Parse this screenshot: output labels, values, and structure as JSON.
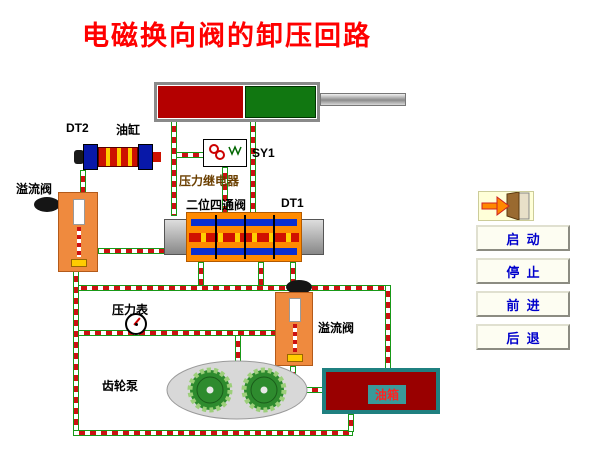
{
  "title": "电磁换向阀的卸压回路",
  "diagram": {
    "dt2_label": "DT2",
    "cylinder_label": "油缸",
    "sy1_label": "SY1",
    "pressure_relay_label": "压力继电器",
    "four_way_valve_label": "二位四通阀",
    "dt1_label": "DT1",
    "relief_valve_left_label": "溢流阀",
    "pressure_gauge_label": "压力表",
    "relief_valve_right_label": "溢流阀",
    "gear_pump_label": "齿轮泵",
    "oil_tank_label": "油箱"
  },
  "controls": {
    "buttons": [
      {
        "label": "启  动"
      },
      {
        "label": "停  止"
      },
      {
        "label": "前  进"
      },
      {
        "label": "后  退"
      }
    ]
  },
  "colors": {
    "title_text": "#ff0000",
    "cylinder_chamber": "#b40000",
    "piston": "#117711",
    "valve_body": "#ff8a00",
    "relief_valve_body": "#ef8a3e",
    "tank_fill": "#990000",
    "tank_border": "#1f8080",
    "pipe_dash_red": "#cc1111",
    "pipe_border_green": "#189918",
    "button_text": "#0000cc"
  }
}
